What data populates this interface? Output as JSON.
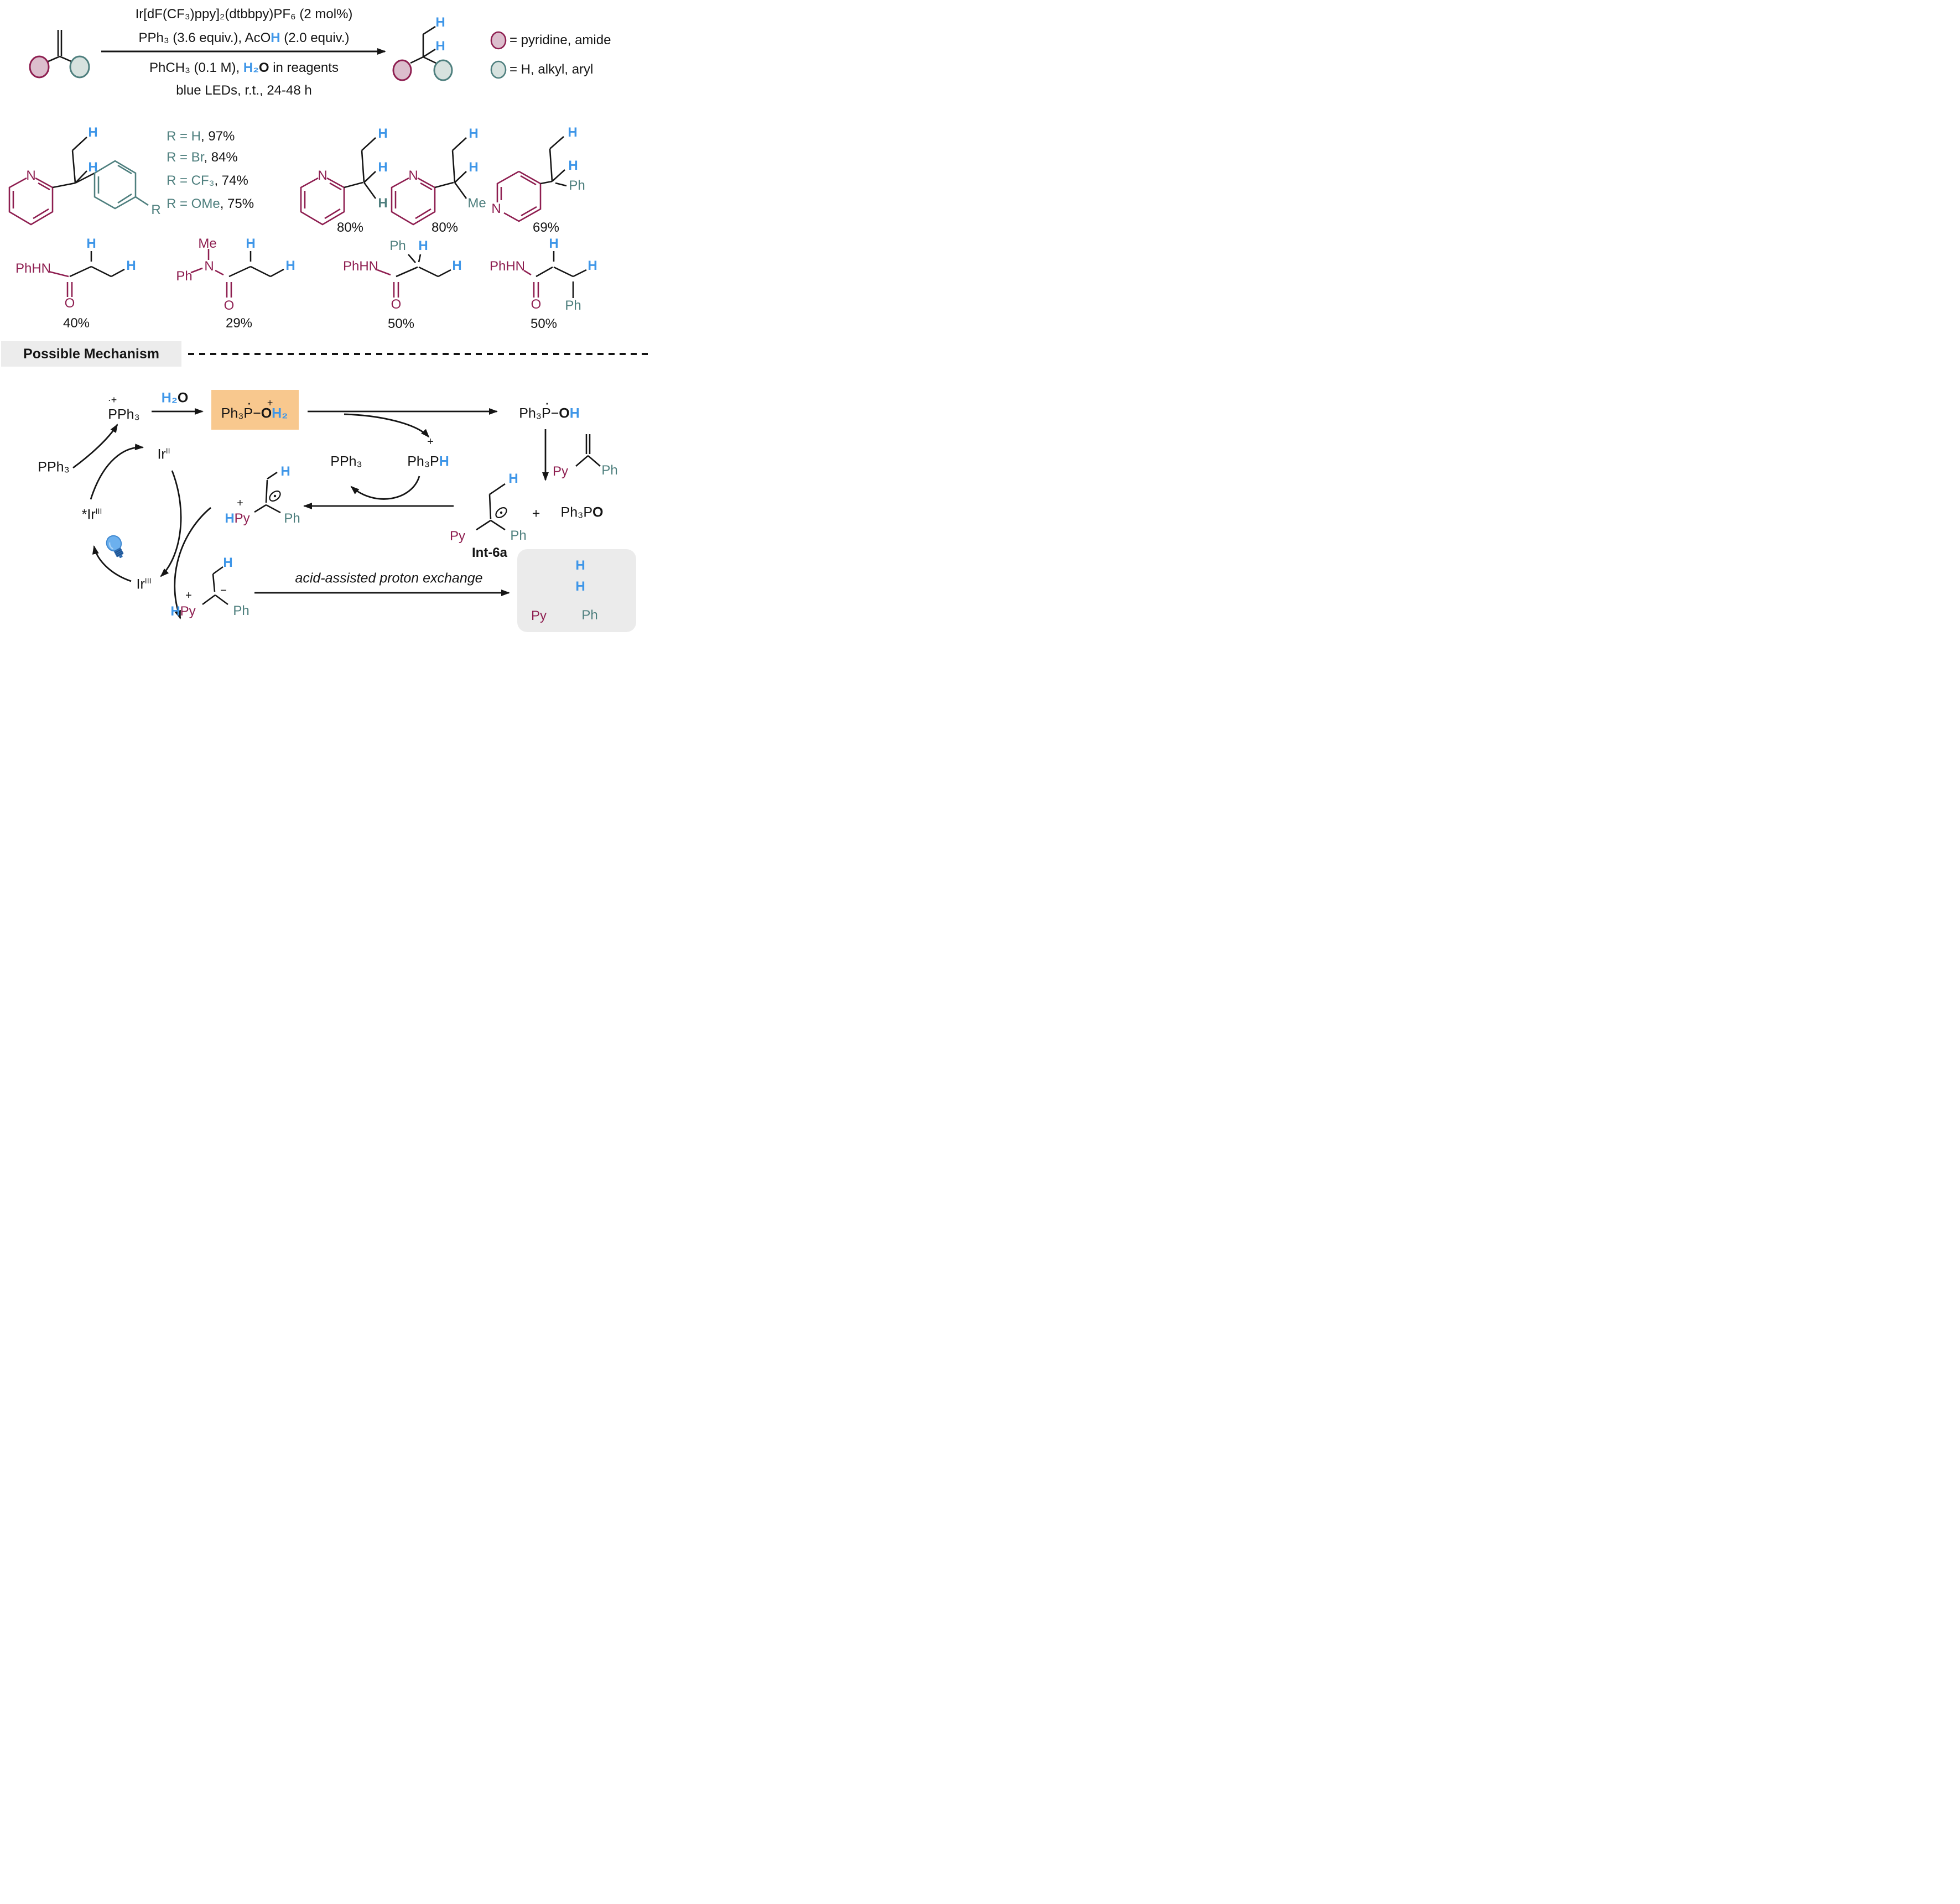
{
  "colors": {
    "highlight_blue": "#3e96e8",
    "pyridine_maroon": "#8e1e50",
    "aryl_teal": "#4e7f7e",
    "orange_highlight_box": "#f8c88e",
    "gray_boxes": "#ececec",
    "ink": "#151515"
  },
  "reaction": {
    "cond1": "Ir[dF(CF₃)ppy]₂(dtbbpy)PF₆ (2 mol%)",
    "cond2a": "PPh₃ (3.6 equiv.), AcO",
    "cond2b": "H",
    "cond2c": " (2.0 equiv.)",
    "cond3a": "PhCH₃ (0.1 M), ",
    "cond3b": "H₂",
    "cond3c": "O",
    "cond3d": " in reagents",
    "cond4": "blue LEDs, r.t., 24-48 h",
    "legend1": "= pyridine, amide",
    "legend2": "= H, alkyl, aryl"
  },
  "scope": {
    "r_lines": [
      {
        "lhs": "R = H",
        "rhs": ", 97%"
      },
      {
        "lhs": "R = Br",
        "rhs": ", 84%"
      },
      {
        "lhs": "R = CF₃",
        "rhs": ", 74%"
      },
      {
        "lhs": "R = OMe",
        "rhs": ", 75%"
      }
    ],
    "yields": {
      "pyridine_ethyl": "80%",
      "pyridine_isopropyl": "80%",
      "pyridine_benzyl": "69%",
      "amide_1": "40%",
      "amide_2": "29%",
      "amide_3": "50%",
      "amide_4": "50%"
    }
  },
  "labels": {
    "H": "H",
    "N": "N",
    "O": "O",
    "R": "R",
    "Me": "Me",
    "Ph": "Ph",
    "Py": "Py",
    "PhHN": "PhHN",
    "plus": "+",
    "minus": "−",
    "raddot": "·+",
    "dot": "·"
  },
  "mech": {
    "title": "Possible Mechanism",
    "pph3": "PPh₃",
    "h2o_h": "H₂",
    "h2o_o": "O",
    "ph3p": "Ph₃P",
    "bond": "−",
    "o": "O",
    "h2": "H₂",
    "h": "H",
    "ir": "Ir",
    "ir_star": "*Ir",
    "sup2": "II",
    "sup3": "III",
    "int": "Int-6a",
    "exchange": "acid-assisted proton exchange"
  }
}
